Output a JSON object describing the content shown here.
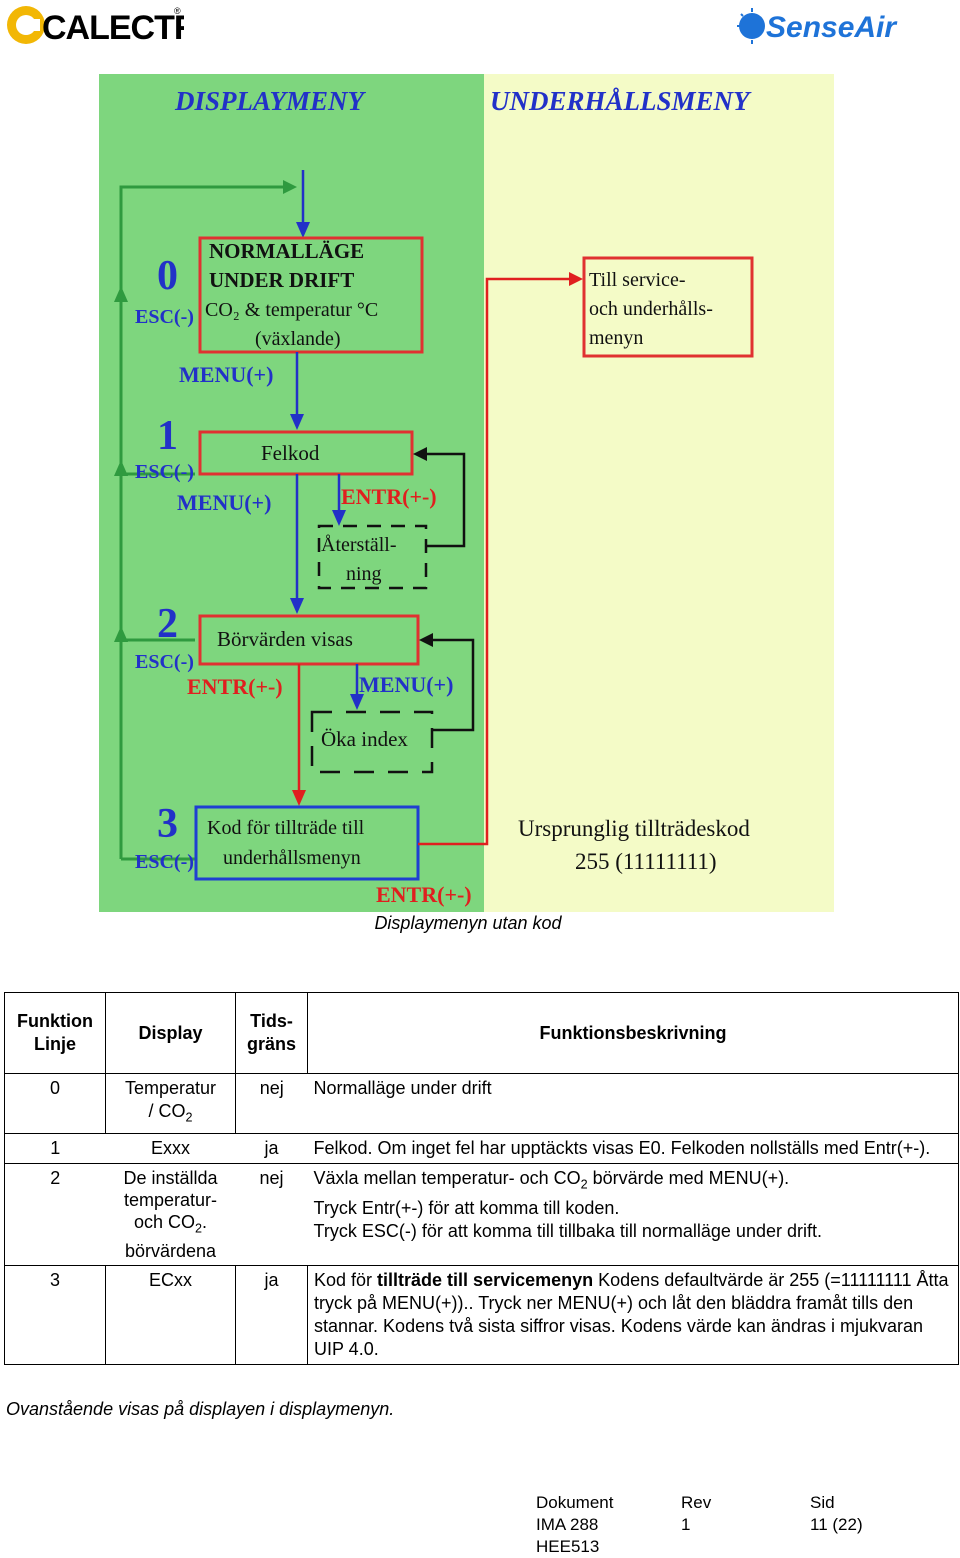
{
  "header": {
    "logo_left_text": "CALECTRO",
    "logo_left_mark": "®",
    "logo_right_text": "SenseAir"
  },
  "diagram": {
    "col_left_title": "DISPLAYMENY",
    "col_right_title": "UNDERHÅLLSMENY",
    "colors": {
      "left_bg": "#7ed67e",
      "right_bg": "#f4fbc7",
      "box_red": "#e03131",
      "box_blue": "#1f3fd1",
      "arrow_green": "#2f9a3f",
      "label_blue": "#2231c8",
      "label_red": "#e01f1f"
    },
    "levels": [
      "0",
      "1",
      "2",
      "3"
    ],
    "esc_label": "ESC(-)",
    "box0": {
      "line1": "NORMALLÄGE",
      "line2": "UNDER DRIFT",
      "line3": "CO₂ & temperatur °C",
      "line4": "(växlande)"
    },
    "menu_label": "MENU(+)",
    "box1": "Felkod",
    "entr_label": "ENTR(+-)",
    "reset_box": {
      "line1": "Återställ-",
      "line2": "ning"
    },
    "box2": "Börvärden visas",
    "index_box": "Öka index",
    "box3": {
      "line1": "Kod för tillträde till",
      "line2": "underhållsmenyn"
    },
    "service_box": {
      "line1": "Till service-",
      "line2": "och underhålls-",
      "line3": "menyn"
    },
    "orig_code": {
      "line1": "Ursprunglig tillträdeskod",
      "line2": "255 (11111111)"
    }
  },
  "caption": "Displaymenyn utan kod",
  "table": {
    "headers": {
      "func_line1": "Funktion",
      "func_line2": "Linje",
      "display": "Display",
      "time_line1": "Tids-",
      "time_line2": "gräns",
      "desc": "Funktionsbeskrivning"
    },
    "row0": {
      "line": "0",
      "display_a": "Temperatur",
      "display_b": "/ CO",
      "sub": "2",
      "time": "nej",
      "desc": "Normalläge under drift"
    },
    "row1": {
      "line": "1",
      "display": "Exxx",
      "time": "ja",
      "desc": "Felkod. Om inget fel har upptäckts visas E0. Felkoden nollställs med Entr(+-)."
    },
    "row2": {
      "line": "2",
      "display_a": "De inställda temperatur-",
      "display_b": "och CO",
      "sub": "2",
      "display_c": ".",
      "display_d": "börvärdena",
      "time": "nej",
      "desc_a": "Växla mellan temperatur- och CO",
      "desc_sub": "2",
      "desc_b": " börvärde med MENU(+).",
      "desc_c": "Tryck Entr(+-) för att komma till koden.",
      "desc_d": "Tryck ESC(-) för att komma till tillbaka till normalläge under drift."
    },
    "row3": {
      "line": "3",
      "display": "ECxx",
      "time": "ja",
      "desc_a": "Kod för ",
      "desc_bold": "tillträde till servicemenyn",
      "desc_b": " Kodens defaultvärde är 255 (=11111111 Åtta tryck på MENU(+)).. Tryck ner MENU(+) och låt den bläddra framåt tills den stannar. Kodens två sista siffror visas. Kodens värde kan ändras i mjukvaran UIP 4.0."
    }
  },
  "note": "Ovanstående visas på displayen i displaymenyn.",
  "footer": {
    "doc_label": "Dokument",
    "doc_value1": "IMA 288",
    "doc_value2": "HEE513",
    "rev_label": "Rev",
    "rev_value": "1",
    "page_label": "Sid",
    "page_value": "11 (22)"
  }
}
